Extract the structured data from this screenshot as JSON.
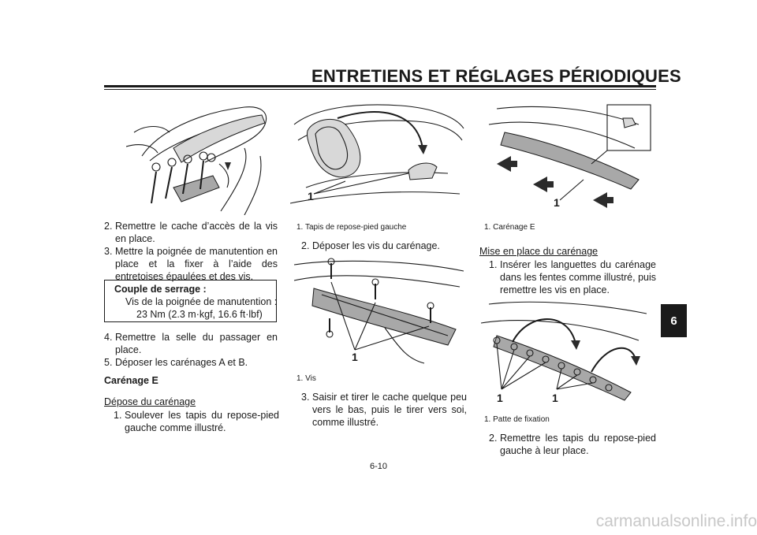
{
  "header": {
    "title": "ENTRETIENS ET RÉGLAGES PÉRIODIQUES"
  },
  "chapter_tab": "6",
  "left_column": {
    "steps_a": [
      {
        "num": "2.",
        "text": "Remettre le cache d’accès de la vis en place."
      },
      {
        "num": "3.",
        "text": "Mettre la poignée de manutention en place et la fixer à l’aide des entretoises épaulées et des vis."
      }
    ],
    "torque": {
      "title": "Couple de serrage :",
      "item": "Vis de la poignée de manutention :",
      "value": "23 Nm (2.3 m·kgf, 16.6 ft·lbf)"
    },
    "steps_b": [
      {
        "num": "4.",
        "text": "Remettre la selle du passager en place."
      },
      {
        "num": "5.",
        "text": "Déposer les carénages A et B."
      }
    ],
    "section_heading": "Carénage E",
    "subheading": "Dépose du carénage",
    "steps_c": [
      {
        "num": "1.",
        "text": "Soulever les tapis du repose-pied gauche comme illustré."
      }
    ]
  },
  "middle_column": {
    "figure1_label": "1",
    "figure1_caption": "1.  Tapis de repose-pied gauche",
    "step2": {
      "num": "2.",
      "text": "Déposer les vis du carénage."
    },
    "figure2_label": "1",
    "figure2_caption": "1.  Vis",
    "step3": {
      "num": "3.",
      "text": "Saisir et tirer le cache quelque peu vers le bas, puis le tirer vers soi, comme illustré."
    }
  },
  "right_column": {
    "figure1_label": "1",
    "figure1_caption": "1.  Carénage E",
    "subheading": "Mise en place du carénage",
    "step1": {
      "num": "1.",
      "text": "Insérer les languettes du carénage dans les fentes comme illustré, puis remettre les vis en place."
    },
    "figure2_label_a": "1",
    "figure2_label_b": "1",
    "figure2_caption": "1.  Patte de fixation",
    "step2": {
      "num": "2.",
      "text": "Remettre les tapis du repose-pied gauche à leur place."
    }
  },
  "footer": {
    "page_number": "6-10",
    "watermark": "carmanualsonline.info"
  }
}
